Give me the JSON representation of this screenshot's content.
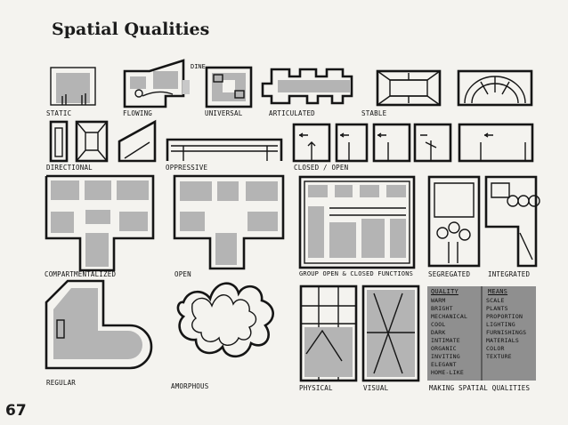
{
  "page": {
    "title": "Spatial Qualities",
    "page_number": "67"
  },
  "labels": {
    "static": "STATIC",
    "flowing": "FLOWING",
    "universal": "UNIVERSAL",
    "articulated": "ARTICULATED",
    "stable": "STABLE",
    "directional": "DIRECTIONAL",
    "oppressive": "OPPRESSIVE",
    "closed_open": "CLOSED / OPEN",
    "compartmentalized": "COMPARTMENTALIZED",
    "open": "OPEN",
    "group_functions": "GROUP OPEN & CLOSED FUNCTIONS",
    "segregated": "SEGREGATED",
    "integrated": "INTEGRATED",
    "regular": "REGULAR",
    "amorphous": "AMORPHOUS",
    "physical": "PHYSICAL",
    "visual": "VISUAL",
    "making": "MAKING SPATIAL QUALITIES",
    "dine": "DINE"
  },
  "qualities_table": {
    "left_header": "QUALITY",
    "right_header": "MEANS",
    "left_items": [
      "WARM",
      "BRIGHT",
      "MECHANICAL",
      "COOL",
      "DARK",
      "INTIMATE",
      "ORGANIC",
      "INVITING",
      "ELEGANT",
      "HOME-LIKE"
    ],
    "right_items": [
      "SCALE",
      "PLANTS",
      "PROPORTION",
      "LIGHTING",
      "FURNISHINGS",
      "MATERIALS",
      "COLOR",
      "TEXTURE"
    ]
  }
}
